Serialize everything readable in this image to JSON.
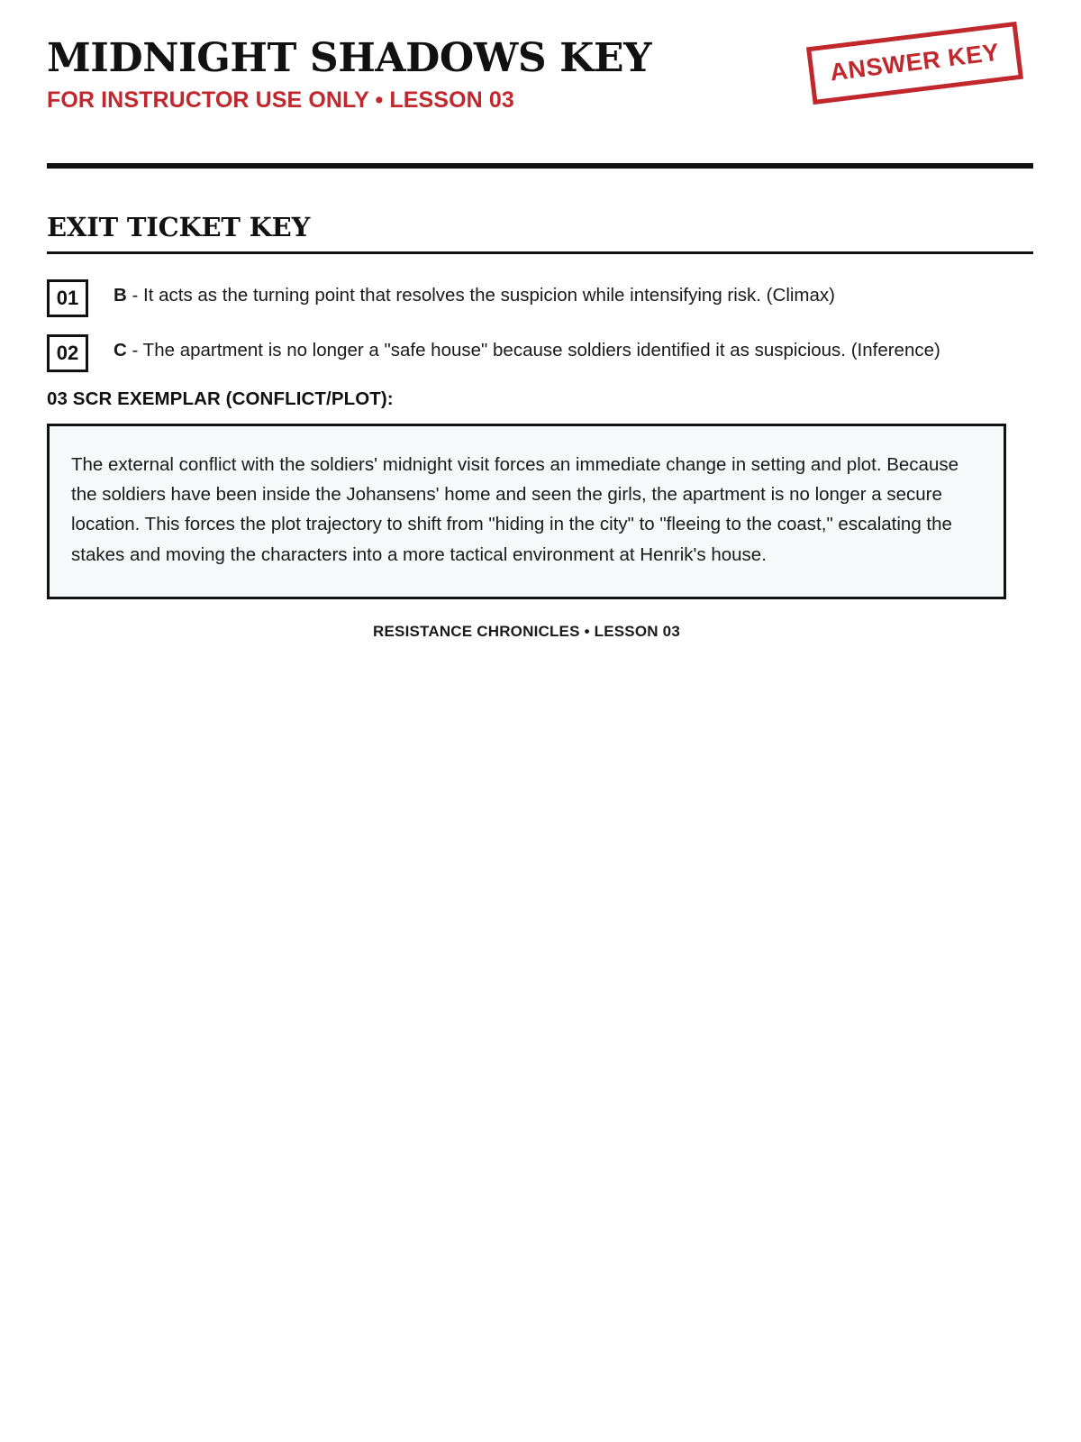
{
  "header": {
    "title": "MIDNIGHT SHADOWS KEY",
    "subtitle": "FOR INSTRUCTOR USE ONLY • LESSON 03",
    "stamp_label": "ANSWER KEY"
  },
  "section": {
    "title": "EXIT TICKET KEY"
  },
  "answers": [
    {
      "number": "01",
      "letter": "B",
      "separator": " - ",
      "text": "It acts as the turning point that resolves the suspicion while intensifying risk. (Climax)"
    },
    {
      "number": "02",
      "letter": "C",
      "separator": " - ",
      "text": "The apartment is no longer a \"safe house\" because soldiers identified it as suspicious. (Inference)"
    }
  ],
  "exemplar": {
    "heading": "03 SCR EXEMPLAR (CONFLICT/PLOT):",
    "body": "The external conflict with the soldiers' midnight visit forces an immediate change in setting and plot. Because the soldiers have been inside the Johansens' home and seen the girls, the apartment is no longer a secure location. This forces the plot trajectory to shift from \"hiding in the city\" to \"fleeing to the coast,\" escalating the stakes and moving the characters into a more tactical environment at Henrik's house."
  },
  "footer": {
    "text": "RESISTANCE CHRONICLES • LESSON 03"
  },
  "colors": {
    "accent_red": "#C0282D",
    "ink": "#111111",
    "box_fill": "#F6F8FA"
  }
}
